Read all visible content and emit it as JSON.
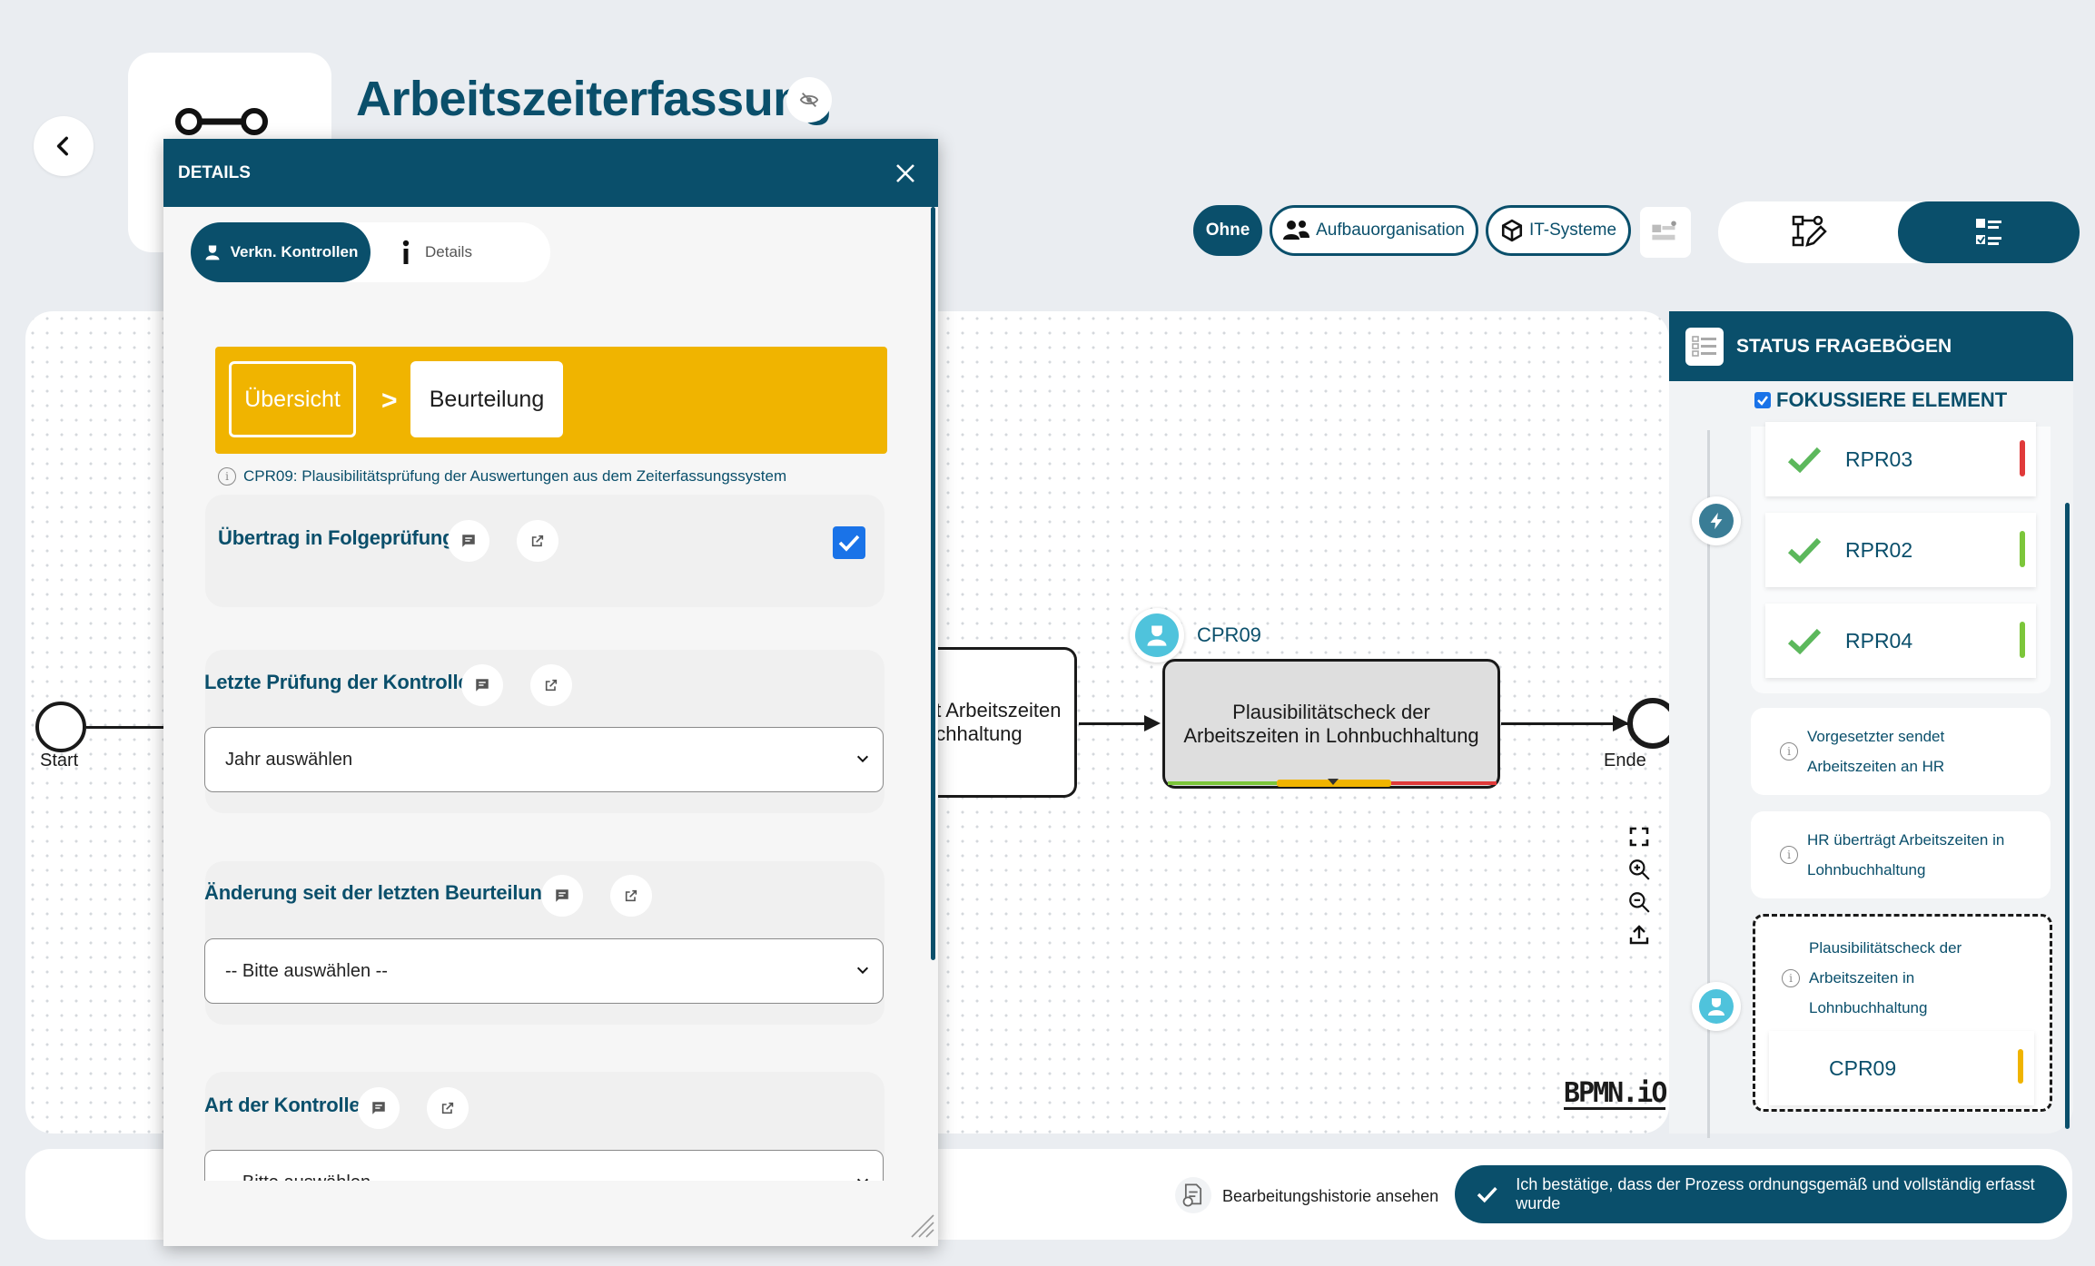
{
  "header": {
    "title": "Arbeitszeiterfassung",
    "filters": [
      "Ohne",
      "Aufbauorganisation",
      "IT-Systeme"
    ]
  },
  "diagram": {
    "start_label": "Start",
    "end_label": "Ende",
    "task_partial": "gt Arbeitszeiten\nuchhaltung",
    "task_main": "Plausibilitätscheck der\nArbeitszeiten in Lohnbuchhaltung",
    "task_control_id": "CPR09",
    "watermark": "BPMN.iO"
  },
  "status_panel": {
    "title": "STATUS FRAGEBÖGEN",
    "focus_label": "FOKUSSIERE ELEMENT",
    "risks": [
      {
        "label": "RPR03",
        "status_color": "#e03a3a"
      },
      {
        "label": "RPR02",
        "status_color": "#7cc63a"
      },
      {
        "label": "RPR04",
        "status_color": "#7cc63a"
      }
    ],
    "steps": [
      {
        "label": "Vorgesetzter sendet Arbeitszeiten an HR"
      },
      {
        "label": "HR überträgt Arbeitszeiten in Lohnbuchhaltung"
      }
    ],
    "selected_step": "Plausibilitätscheck der Arbeitszeiten in Lohnbuchhaltung",
    "selected_control": {
      "label": "CPR09",
      "status_color": "#f0b400"
    }
  },
  "footer": {
    "history_label": "Bearbeitungshistorie ansehen",
    "confirm_label": "Ich bestätige, dass der Prozess ordnungsgemäß und vollständig erfasst wurde"
  },
  "modal": {
    "title": "DETAILS",
    "tabs": [
      "Verkn. Kontrollen",
      "Details"
    ],
    "breadcrumb": [
      "Übersicht",
      "Beurteilung"
    ],
    "breadcrumb_sep": ">",
    "control_description": "CPR09: Plausibilitätsprüfung der Auswertungen aus dem Zeiterfassungssystem",
    "fields": {
      "uebertrag": {
        "label": "Übertrag in Folgeprüfung",
        "checked": true
      },
      "letzte_pruefung": {
        "label": "Letzte Prüfung der Kontrolle",
        "value": "Jahr auswählen"
      },
      "aenderung": {
        "label": "Änderung seit der letzten Beurteilung",
        "value": "-- Bitte auswählen --"
      },
      "art": {
        "label": "Art der Kontrolle",
        "value": "-- Bitte auswählen --"
      }
    }
  },
  "colors": {
    "primary": "#0a4f6b",
    "accent": "#f0b400",
    "checkbox": "#1a73e8",
    "icon_teal": "#4fc3dc"
  }
}
